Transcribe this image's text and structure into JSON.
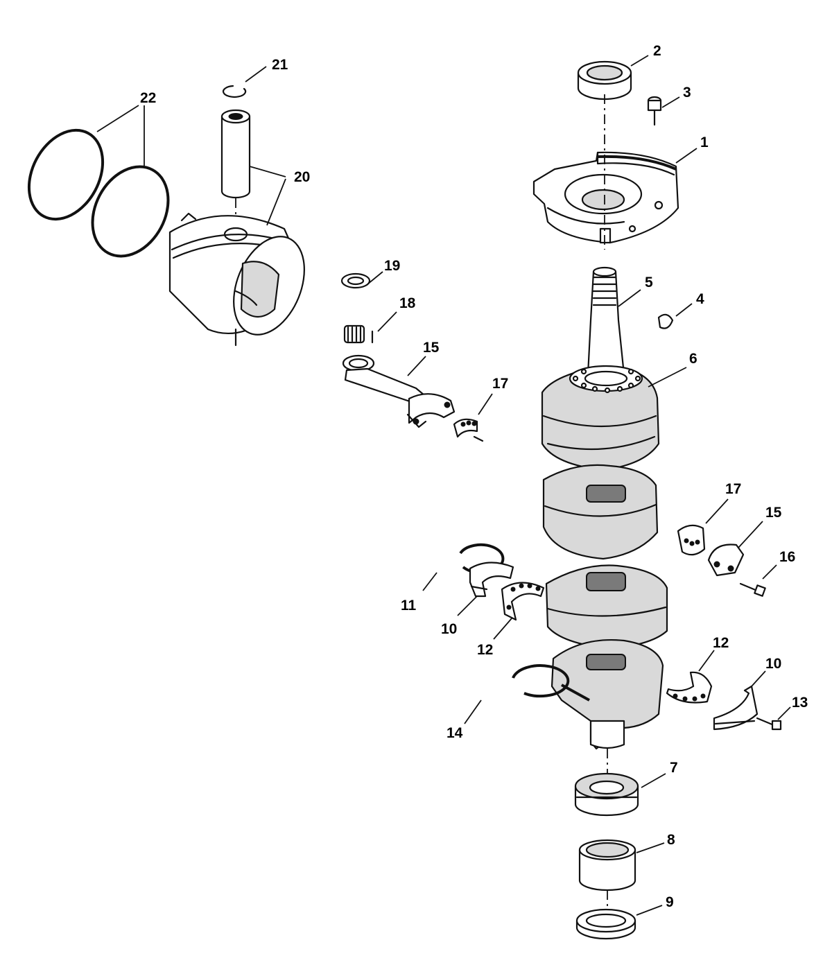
{
  "callouts": {
    "c1": "1",
    "c2": "2",
    "c3": "3",
    "c4": "4",
    "c5": "5",
    "c6": "6",
    "c7": "7",
    "c8": "8",
    "c9": "9",
    "c10a": "10",
    "c10b": "10",
    "c11": "11",
    "c12a": "12",
    "c12b": "12",
    "c13": "13",
    "c14": "14",
    "c15a": "15",
    "c15b": "15",
    "c16": "16",
    "c17a": "17",
    "c17b": "17",
    "c18": "18",
    "c19": "19",
    "c20": "20",
    "c21": "21",
    "c22": "22"
  }
}
